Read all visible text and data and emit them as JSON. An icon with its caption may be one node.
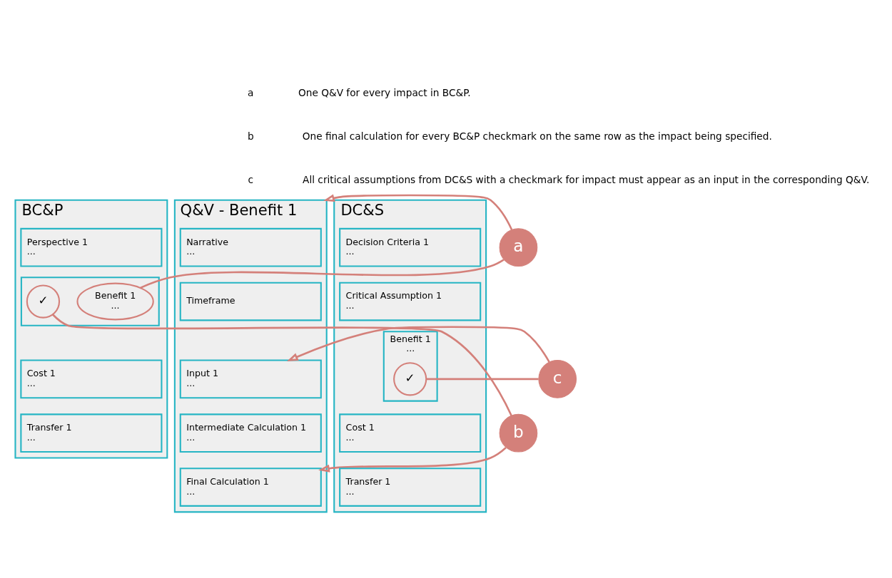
{
  "diagram": {
    "nodes": [
      {
        "text": [
          "BC&P"
        ]
      },
      {
        "text": [
          "Perspective 1",
          "..."
        ],
        "in": 0
      },
      {
        "text": [],
        "shape": "box",
        "in": 0
      },
      {
        "text": [
          "Benefit 1",
          "..."
        ],
        "in": 2
      },
      {
        "text": [
          "✓"
        ],
        "in": 2
      },
      {
        "text": [
          "Cost 1",
          "..."
        ],
        "in": 0
      },
      {
        "text": [
          "Transfer 1",
          "..."
        ],
        "in": 0
      },
      {
        "text": [
          "a"
        ]
      },
      {
        "text": [
          "b"
        ]
      },
      {
        "text": [
          "c"
        ]
      },
      {
        "text": [
          "Q&V - Benefit 1"
        ]
      },
      {
        "text": [
          "Narrative",
          "..."
        ],
        "in": 10
      },
      {
        "text": [
          "Timeframe"
        ],
        "in": 10
      },
      {
        "text": [
          "Input 1",
          "..."
        ],
        "in": 10
      },
      {
        "text": [
          "Intermediate Calculation 1",
          "..."
        ],
        "in": 10
      },
      {
        "text": [
          "Final Calculation 1",
          "..."
        ],
        "in": 10
      },
      {
        "text": [
          "DC&S"
        ]
      },
      {
        "text": [
          "Decision Criteria 1",
          "..."
        ],
        "in": 16
      },
      {
        "text": [
          "Critical Assumption 1",
          "..."
        ],
        "in": 16
      },
      {
        "text": [
          "Benefit 1",
          "..."
        ],
        "in": 16
      },
      {
        "text": [
          "✓"
        ],
        "in": 19
      },
      {
        "text": [
          "Cost 1",
          "..."
        ],
        "in": 16
      },
      {
        "text": [
          "Transfer 1",
          "..."
        ],
        "in": 16
      }
    ],
    "edges": [
      {
        "from": 3,
        "to": 7,
        "arrow": "none"
      },
      {
        "from": 7,
        "to": 10,
        "arrow": "to"
      },
      {
        "from": 4,
        "to": 8,
        "arrow": "none"
      },
      {
        "from": 8,
        "to": 15,
        "arrow": "to"
      },
      {
        "from": 20,
        "to": 9,
        "arrow": "none"
      },
      {
        "from": 9,
        "to": 13,
        "arrow": "to"
      }
    ],
    "labels": [
      "a",
      "One Q&V for every impact in BC&P.",
      "b",
      "One final calculation for every BC&P checkmark on the same row as the impact being specified.",
      "c",
      "All critical assumptions from DC&S with a checkmark for impact must appear as an input in the corresponding Q&V."
    ]
  }
}
